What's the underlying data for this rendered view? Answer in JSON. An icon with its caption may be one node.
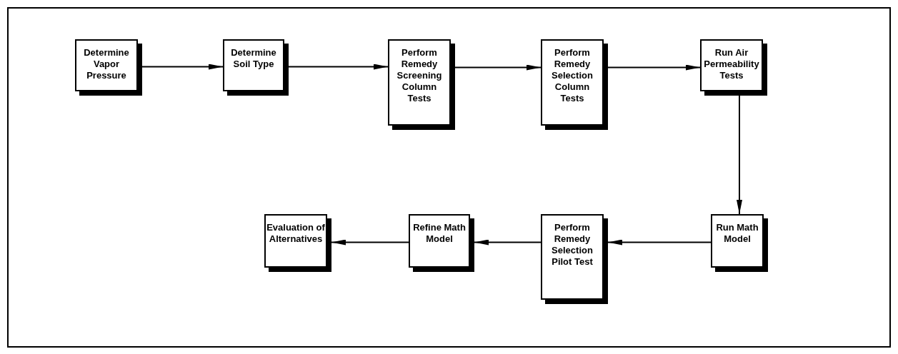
{
  "diagram": {
    "nodes": [
      {
        "text": [
          "Determine Vapor Pressure"
        ]
      },
      {
        "text": [
          "Determine Soil Type"
        ]
      },
      {
        "text": [
          "Perform Remedy Screening Column Tests"
        ]
      },
      {
        "text": [
          "Perform Remedy Selection Column Tests"
        ]
      },
      {
        "text": [
          "Run Air Permeability Tests"
        ]
      },
      {
        "text": [
          "Run Math Model"
        ]
      },
      {
        "text": [
          "Perform Remedy Selection Pilot Test"
        ]
      },
      {
        "text": [
          "Refine Math Model"
        ]
      },
      {
        "text": [
          "Evaluation of Alternatives"
        ]
      }
    ],
    "edges": [
      {
        "from": 0,
        "to": 1,
        "arrow": "to"
      },
      {
        "from": 1,
        "to": 2,
        "arrow": "to"
      },
      {
        "from": 2,
        "to": 3,
        "arrow": "to"
      },
      {
        "from": 3,
        "to": 4,
        "arrow": "to"
      },
      {
        "from": 4,
        "to": 5,
        "arrow": "to"
      },
      {
        "from": 5,
        "to": 6,
        "arrow": "to"
      },
      {
        "from": 6,
        "to": 7,
        "arrow": "to"
      },
      {
        "from": 7,
        "to": 8,
        "arrow": "to"
      }
    ]
  }
}
